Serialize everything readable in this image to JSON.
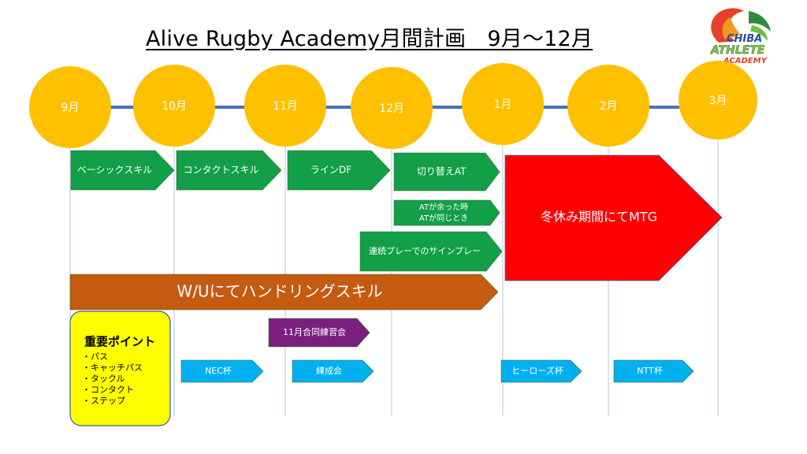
{
  "title": "Alive Rugby Academy月間計画　9月～12月",
  "logo": {
    "line1": "CHIBA",
    "line2": "ATHLETE",
    "line3": "ACADEMY"
  },
  "months": [
    "9月",
    "10月",
    "11月",
    "12月",
    "1月",
    "2月",
    "3月"
  ],
  "phases": [
    {
      "label": "ベーシックスキル",
      "color": "#129F48"
    },
    {
      "label": "コンタクトスキル",
      "color": "#129F48"
    },
    {
      "label": "ラインDF",
      "color": "#129F48"
    },
    {
      "label": "切り替えAT",
      "color": "#129F48"
    },
    {
      "label_lines": [
        "ATが余った時",
        "ATが同じとき"
      ],
      "color": "#129F48"
    },
    {
      "label": "連続プレーでのサインプレー",
      "color": "#129F48"
    }
  ],
  "winter": {
    "label": "冬休み期間にてMTG",
    "color": "#FF0000"
  },
  "warmup": {
    "label": "W/Uにてハンドリングスキル",
    "color": "#C55A11"
  },
  "important": {
    "title": "重要ポイント",
    "items": [
      "・パス",
      "・キャッチパス",
      "・タックル",
      "・コンタクト",
      "・ステップ"
    ],
    "color": "#FFFF00"
  },
  "joint_practice": {
    "label": "11月合同練習会",
    "color": "#7B1F7F"
  },
  "events": [
    {
      "label": "NEC杯",
      "color": "#00B0F0"
    },
    {
      "label": "練成会",
      "color": "#00B0F0"
    },
    {
      "label": "ヒーローズ杯",
      "color": "#00B0F0"
    },
    {
      "label": "NTT杯",
      "color": "#00B0F0"
    }
  ],
  "colors": {
    "month_circle": "#FFC000",
    "timeline": "#4472C4",
    "grid": "#B4C7E7"
  }
}
